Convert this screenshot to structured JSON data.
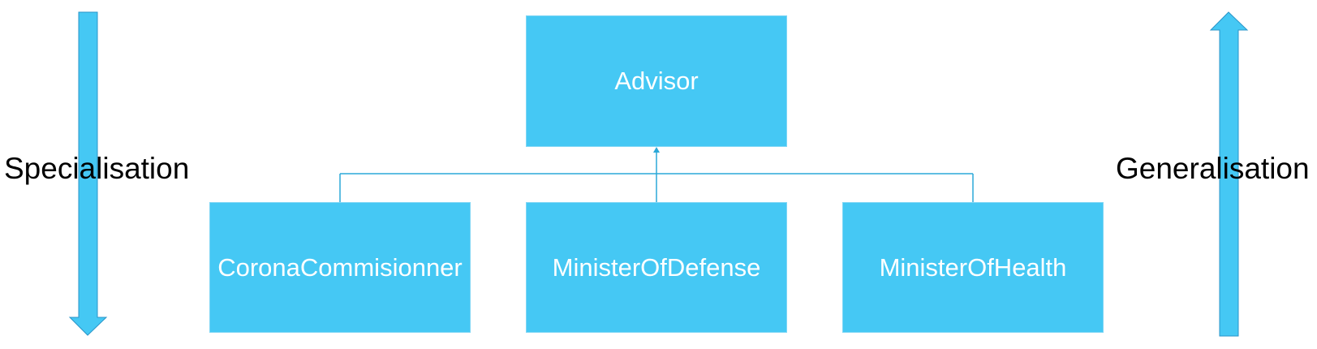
{
  "diagram": {
    "parent": {
      "label": "Advisor"
    },
    "children": [
      {
        "label": "CoronaCommisionner"
      },
      {
        "label": "MinisterOfDefense"
      },
      {
        "label": "MinisterOfHealth"
      }
    ],
    "left_label": "Specialisation",
    "right_label": "Generalisation"
  },
  "colors": {
    "box_fill": "#45C8F4",
    "connector": "#2AA8D8",
    "arrow_fill": "#45C8F4",
    "arrow_stroke": "#2A95C8",
    "text_on_box": "#FFFFFF",
    "side_text": "#000000"
  },
  "icons": {
    "left_arrow": "arrow-down-icon",
    "right_arrow": "arrow-up-icon"
  }
}
